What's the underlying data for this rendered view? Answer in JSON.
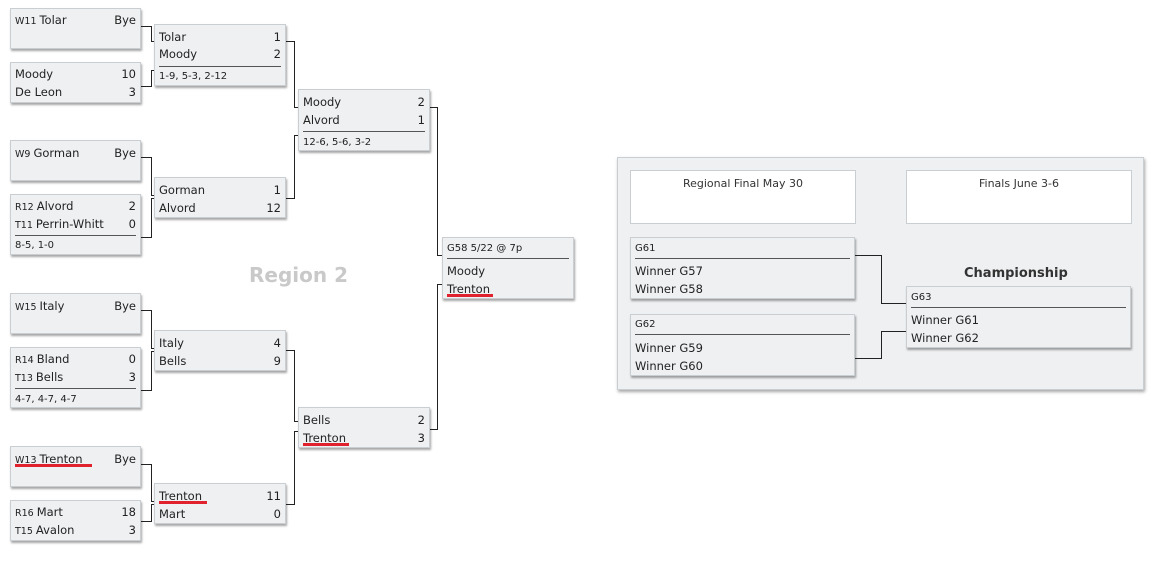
{
  "region_title": "Region 2",
  "championship_title": "Championship",
  "round1": {
    "g1": {
      "seed": "W11",
      "team": "Tolar",
      "score": "Bye"
    },
    "g2": {
      "t1": "Moody",
      "s1": "10",
      "t2": "De Leon",
      "s2": "3"
    },
    "g3": {
      "seed": "W9",
      "team": "Gorman",
      "score": "Bye"
    },
    "g4": {
      "seed1": "R12",
      "t1": "Alvord",
      "s1": "2",
      "seed2": "T11",
      "t2": "Perrin-Whitt",
      "s2": "0",
      "notes": "8-5, 1-0"
    },
    "g5": {
      "seed": "W15",
      "team": "Italy",
      "score": "Bye"
    },
    "g6": {
      "seed1": "R14",
      "t1": "Bland",
      "s1": "0",
      "seed2": "T13",
      "t2": "Bells",
      "s2": "3",
      "notes": "4-7, 4-7, 4-7"
    },
    "g7": {
      "seed": "W13",
      "team": "Trenton",
      "score": "Bye"
    },
    "g8": {
      "seed1": "R16",
      "t1": "Mart",
      "s1": "18",
      "seed2": "T15",
      "t2": "Avalon",
      "s2": "3"
    }
  },
  "round2": {
    "g1": {
      "t1": "Tolar",
      "s1": "1",
      "t2": "Moody",
      "s2": "2",
      "notes": "1-9, 5-3, 2-12"
    },
    "g2": {
      "t1": "Gorman",
      "s1": "1",
      "t2": "Alvord",
      "s2": "12"
    },
    "g3": {
      "t1": "Italy",
      "s1": "4",
      "t2": "Bells",
      "s2": "9"
    },
    "g4": {
      "t1": "Trenton",
      "s1": "11",
      "t2": "Mart",
      "s2": "0"
    }
  },
  "round3": {
    "g1": {
      "t1": "Moody",
      "s1": "2",
      "t2": "Alvord",
      "s2": "1",
      "notes": "12-6, 5-6, 3-2"
    },
    "g2": {
      "t1": "Bells",
      "s1": "2",
      "t2": "Trenton",
      "s2": "3"
    }
  },
  "round4": {
    "header": "G58 5/22 @ 7p",
    "t1": "Moody",
    "t2": "Trenton"
  },
  "finals": {
    "regional_label": "Regional Final May 30",
    "finals_label": "Finals June 3-6",
    "g61": {
      "header": "G61",
      "t1": "Winner G57",
      "t2": "Winner G58"
    },
    "g62": {
      "header": "G62",
      "t1": "Winner G59",
      "t2": "Winner G60"
    },
    "g63": {
      "header": "G63",
      "t1": "Winner G61",
      "t2": "Winner G62"
    }
  },
  "colors": {
    "highlight": "#e0212e",
    "box": "#eef0f2",
    "region_text": "#c9c9c9"
  }
}
